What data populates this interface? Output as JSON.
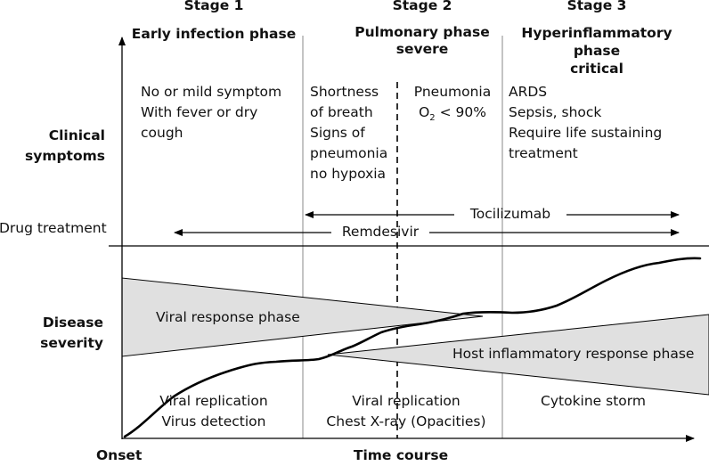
{
  "stages": [
    {
      "label": "Stage 1",
      "phase": "Early infection phase"
    },
    {
      "label": "Stage 2",
      "phase": "Pulmonary phase\nsevere"
    },
    {
      "label": "Stage 3",
      "phase": "Hyperinflammatory\nphase\ncritical"
    }
  ],
  "row_labels": {
    "clinical": "Clinical\nsymptoms",
    "drug": "Drug treatment",
    "severity": "Disease\nseverity"
  },
  "symptoms": {
    "stage1": "No or mild symptom\nWith fever or dry\ncough",
    "stage2a": "Shortness\nof breath\nSigns of\npneumonia\nno hypoxia",
    "stage2b_line1": "Pneumonia",
    "stage2b_o2": "O",
    "stage2b_o2_sub": "2",
    "stage2b_o2_rest": " < 90%",
    "stage3": "ARDS\nSepsis, shock\nRequire life sustaining\ntreatment"
  },
  "drugs": {
    "tocilizumab": "Tocilizumab",
    "remdesivir": "Remdesivir"
  },
  "phases": {
    "viral": "Viral response phase",
    "host": "Host inflammatory response phase"
  },
  "bottom": {
    "stage1": "Viral replication\nVirus detection",
    "stage2": "Viral replication\nChest X-ray (Opacities)",
    "stage3": "Cytokine storm"
  },
  "axes": {
    "origin": "Onset",
    "x": "Time course"
  },
  "colors": {
    "wedge_fill": "#e0e0e0",
    "line": "#000000",
    "divider": "#8a8a8a"
  }
}
